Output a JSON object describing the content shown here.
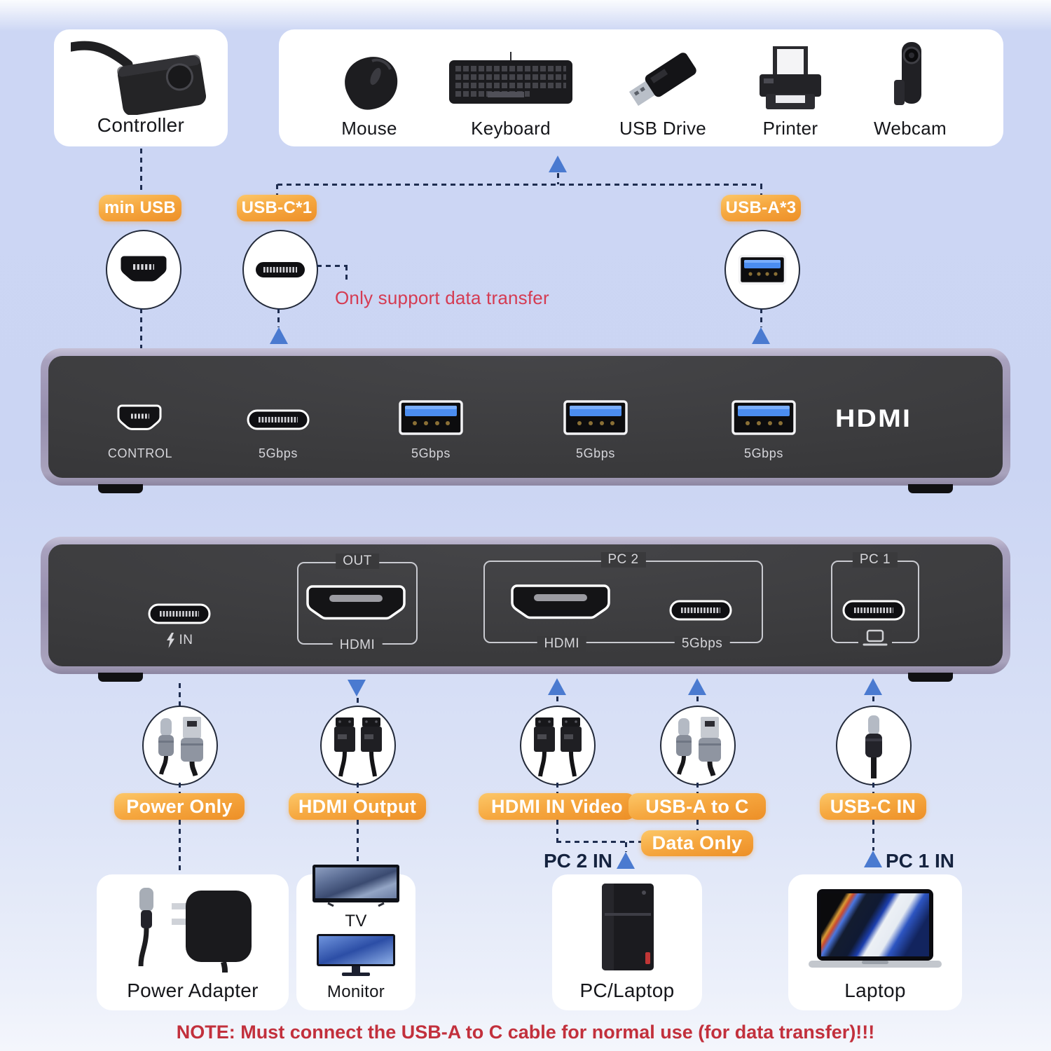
{
  "top": {
    "controller_card": {
      "label": "Controller"
    },
    "devices_card": {
      "items": [
        {
          "label": "Mouse"
        },
        {
          "label": "Keyboard"
        },
        {
          "label": "USB Drive"
        },
        {
          "label": "Printer"
        },
        {
          "label": "Webcam"
        }
      ]
    }
  },
  "connector_badges": {
    "min_usb": "min USB",
    "usb_c": "USB-C*1",
    "usb_a": "USB-A*3"
  },
  "warning_top": "Only support data transfer",
  "front_panel": {
    "labels": {
      "control": "CONTROL",
      "usbc": "5Gbps",
      "usba1": "5Gbps",
      "usba2": "5Gbps",
      "usba3": "5Gbps"
    },
    "logo": "HDMI"
  },
  "rear_panel": {
    "power_label": "IN",
    "out_group": {
      "title": "OUT",
      "port_label": "HDMI"
    },
    "pc2_group": {
      "title": "PC 2",
      "hdmi_label": "HDMI",
      "usbc_label": "5Gbps"
    },
    "pc1_group": {
      "title": "PC 1"
    }
  },
  "bottom_badges": {
    "power": "Power Only",
    "hdmi_out": "HDMI Output",
    "hdmi_in": "HDMI IN Video",
    "usb_ac": "USB-A to C",
    "data_only": "Data Only",
    "usbc_in": "USB-C IN"
  },
  "pc_labels": {
    "pc2": "PC 2 IN",
    "pc1": "PC 1 IN"
  },
  "bottom_cards": {
    "power": "Power Adapter",
    "tv": "TV",
    "monitor": "Monitor",
    "pc": "PC/Laptop",
    "laptop": "Laptop"
  },
  "note": "NOTE: Must connect the USB-A to C cable for normal use (for data transfer)!!!",
  "colors": {
    "badge_orange": "#f3a23a",
    "arrow_blue": "#4a7ad0",
    "warning_red": "#d53b52",
    "note_red": "#c2303c",
    "panel_dark": "#3a3a3c",
    "panel_frame": "#a49cba",
    "usb_blue": "#4b8df0"
  }
}
